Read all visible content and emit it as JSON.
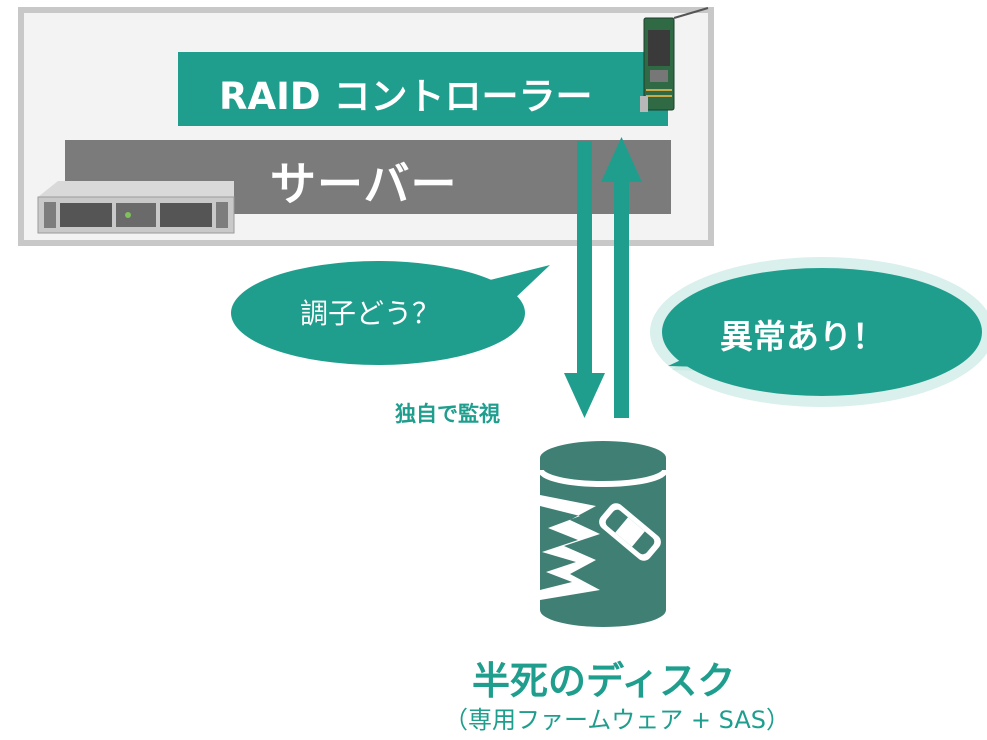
{
  "raid_controller": {
    "label": "RAID コントローラー"
  },
  "server": {
    "label": "サーバー"
  },
  "query_bubble": {
    "text": "調子どう？"
  },
  "alert_bubble": {
    "text": "異常あり！"
  },
  "monitor": {
    "label": "独自で監視"
  },
  "disk": {
    "title": "半死のディスク",
    "subtitle": "（専用ファームウェア + SAS）"
  },
  "colors": {
    "accent": "#1f9e8e",
    "disk_fill": "#3f7f74",
    "server_bar": "#7b7b7b",
    "frame_border": "#c8c8c8"
  },
  "icons": [
    "server-chassis-icon",
    "raid-card-icon",
    "damaged-disk-icon",
    "bandage-icon"
  ]
}
